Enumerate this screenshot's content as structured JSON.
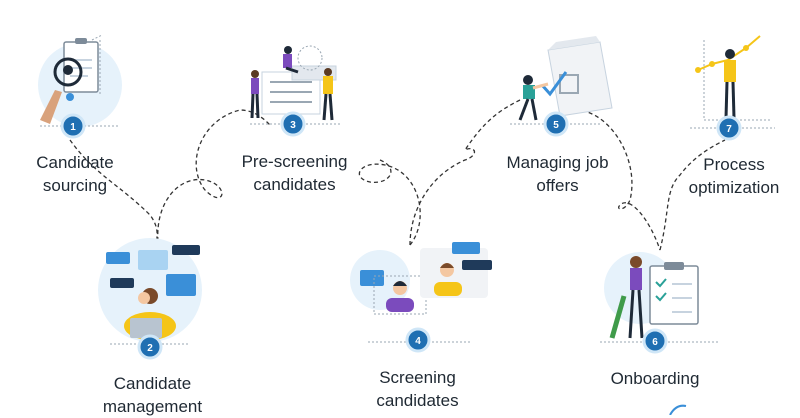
{
  "steps": [
    {
      "number": "1",
      "label_lines": [
        "Candidate",
        "sourcing"
      ]
    },
    {
      "number": "2",
      "label_lines": [
        "Candidate",
        "management"
      ]
    },
    {
      "number": "3",
      "label_lines": [
        "Pre-screening",
        "candidates"
      ]
    },
    {
      "number": "4",
      "label_lines": [
        "Screening",
        "candidates"
      ]
    },
    {
      "number": "5",
      "label_lines": [
        "Managing job",
        "offers"
      ]
    },
    {
      "number": "6",
      "label_lines": [
        "Onboarding"
      ]
    },
    {
      "number": "7",
      "label_lines": [
        "Process",
        "optimization"
      ]
    }
  ],
  "colors": {
    "badge": "#1f6fb2",
    "badge_border": "#cfe6f7",
    "accent_blue": "#3a8fd8",
    "light_blue": "#e6f2fb",
    "text": "#1f2933",
    "dashed_path": "#333333",
    "skin": "#f4c7a1",
    "hair": "#7a4a2a",
    "yellow": "#f5c518",
    "purple": "#7b4bbd",
    "dark": "#1e2a38"
  }
}
